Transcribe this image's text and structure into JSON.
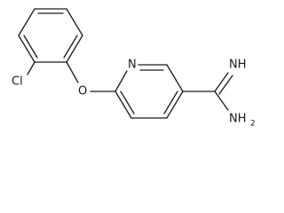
{
  "molecule": {
    "atom_labels": {
      "cl": "Cl",
      "o": "O",
      "n_ring": "N",
      "nh": "NH",
      "nh2_n": "NH",
      "nh2_sub": "2"
    }
  }
}
